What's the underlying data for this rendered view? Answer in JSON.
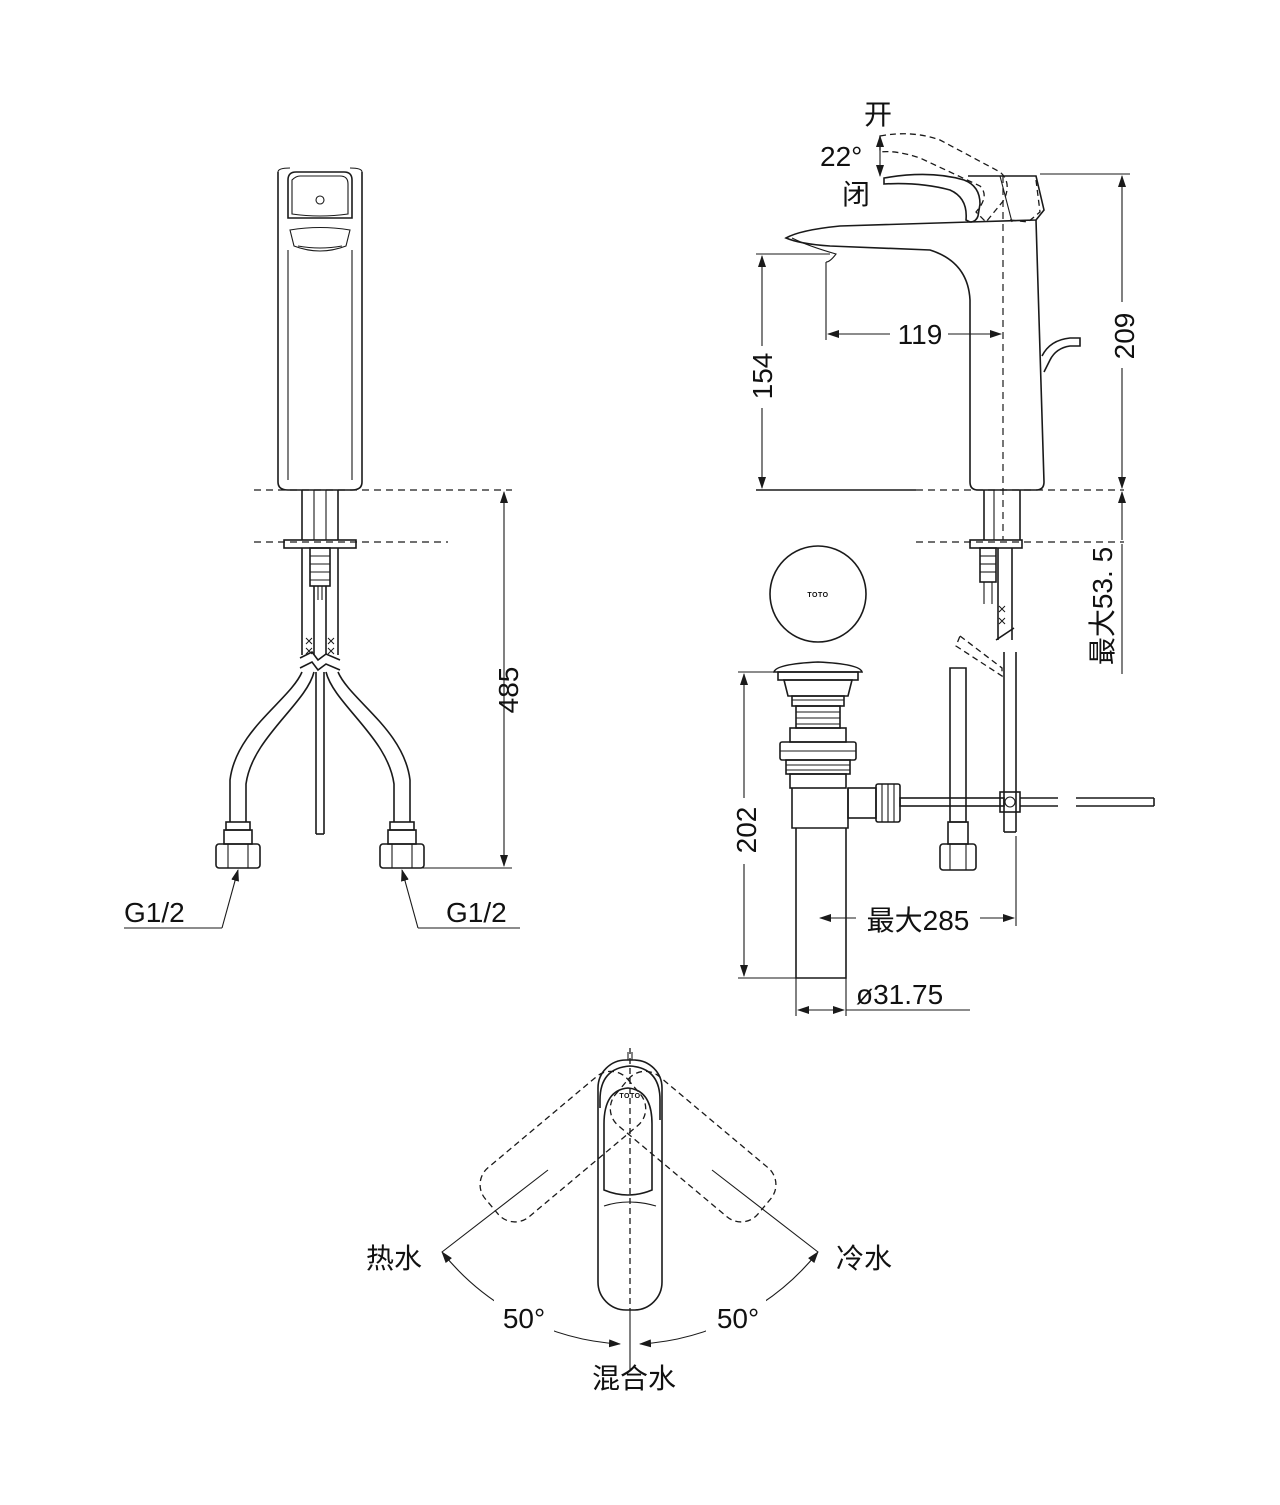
{
  "dims": {
    "front_total_height": "485",
    "side_spout_height": "154",
    "spout_reach": "119",
    "body_height": "209",
    "max_mount_thickness": "最大53. 5",
    "drain_length": "202",
    "drain_max_reach": "最大285",
    "drain_diameter": "ø31.75",
    "handle_angle": "22°"
  },
  "labels": {
    "thread_left": "G1/2",
    "thread_right": "G1/2",
    "open": "开",
    "close": "闭",
    "hot_water": "热水",
    "cold_water": "冷水",
    "mixed_water": "混合水",
    "angle_left": "50°",
    "angle_right": "50°",
    "brand_mark": "TOTO"
  },
  "colors": {
    "line": "#1a1a1a",
    "background": "#ffffff"
  }
}
